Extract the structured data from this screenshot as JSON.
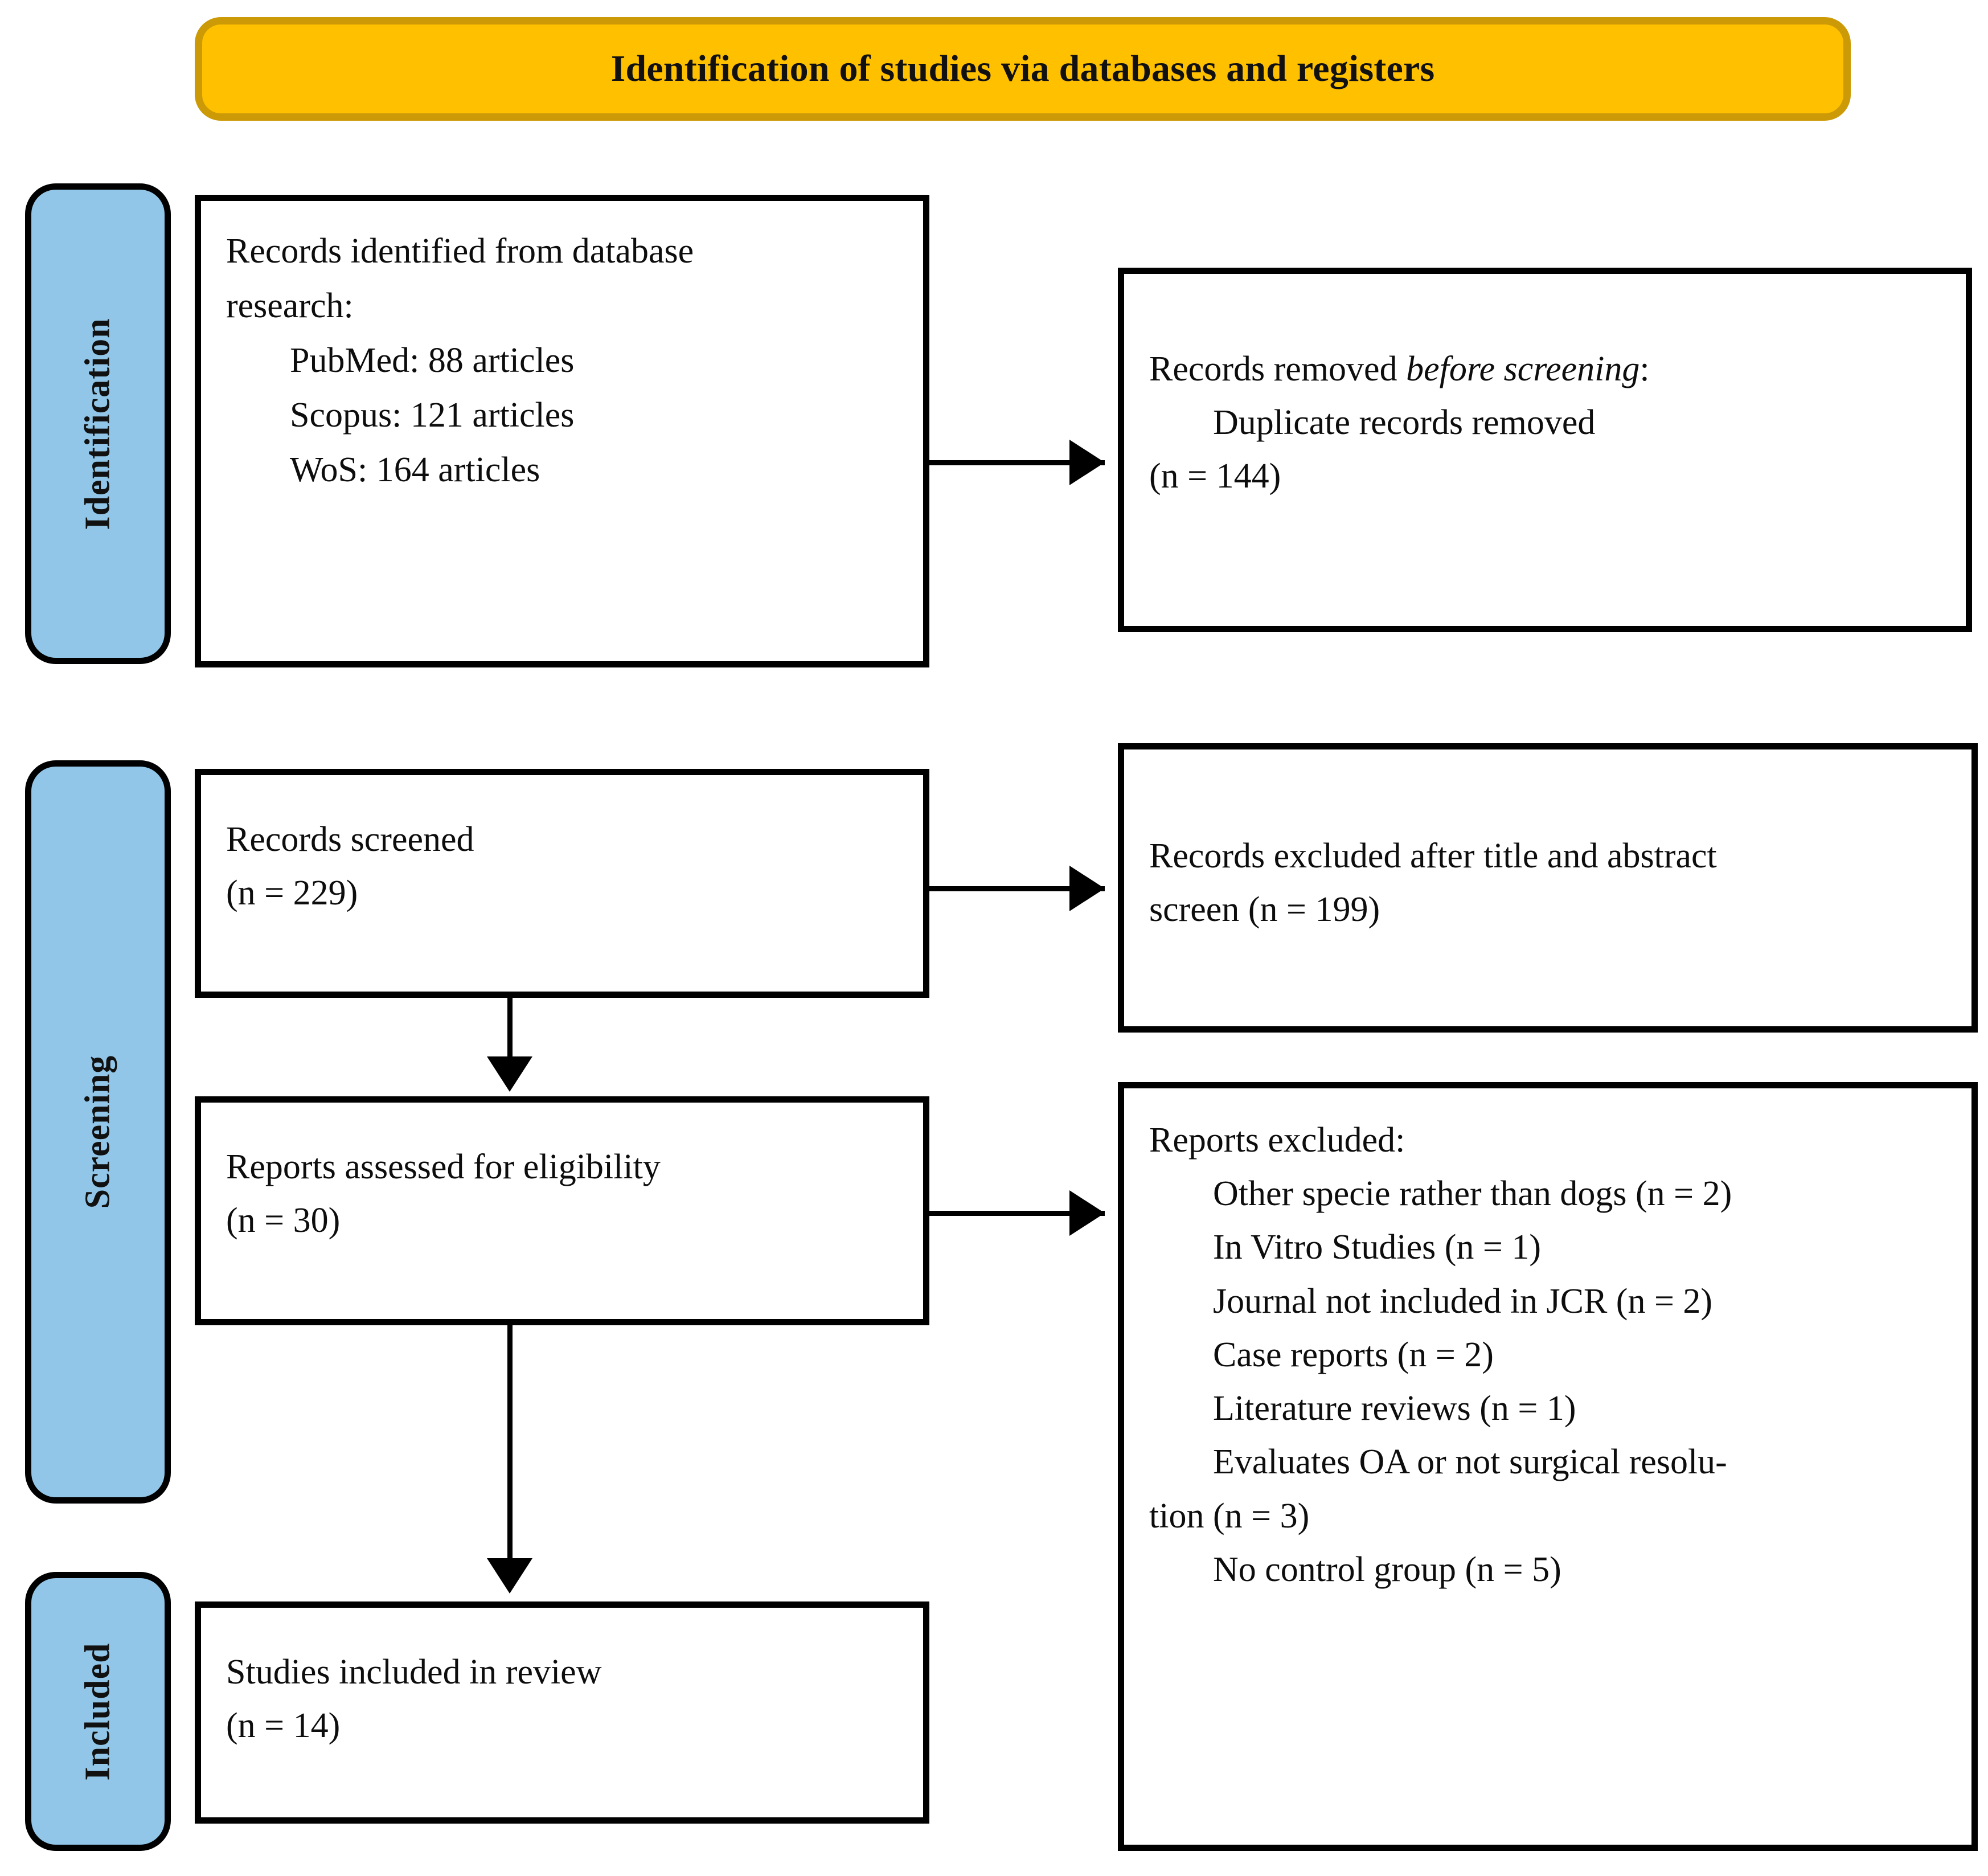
{
  "header": {
    "title": "Identification of studies via databases and registers"
  },
  "stages": [
    {
      "key": "identification",
      "label": "Identification"
    },
    {
      "key": "screening",
      "label": "Screening"
    },
    {
      "key": "included",
      "label": "Included"
    }
  ],
  "boxes": {
    "identified": {
      "lines": [
        "Records identified from database",
        "research:",
        "PubMed: 88 articles",
        "Scopus: 121 articles",
        "WoS: 164 articles"
      ]
    },
    "removed": {
      "line1_prefix": "Records removed ",
      "line1_italic": "before screening",
      "line1_suffix": ":",
      "lines": [
        "Duplicate records removed",
        "(n = 144)"
      ]
    },
    "screened": {
      "lines": [
        "Records screened",
        "(n = 229)"
      ]
    },
    "excluded_title_abstract": {
      "lines": [
        "Records excluded after title and abstract",
        "screen (n = 199)"
      ]
    },
    "eligibility": {
      "lines": [
        "Reports assessed for eligibility",
        "(n = 30)"
      ]
    },
    "reports_excluded": {
      "heading": "Reports excluded:",
      "items": [
        "Other specie rather than dogs (n = 2)",
        "In Vitro Studies (n = 1)",
        "Journal not included in JCR (n = 2)",
        "Case reports (n = 2)",
        "Literature reviews (n = 1)",
        "Evaluates OA or not surgical resolu-",
        "tion (n = 3)",
        "No control group (n = 5)"
      ]
    },
    "included": {
      "lines": [
        "Studies included in review",
        "(n = 14)"
      ]
    }
  },
  "colors": {
    "header_fill": "#FFC000",
    "header_border": "#CC9A06",
    "stage_fill": "#92C6E8",
    "box_border": "#000000",
    "box_fill": "#FFFFFF",
    "text": "#0D0D0D"
  }
}
